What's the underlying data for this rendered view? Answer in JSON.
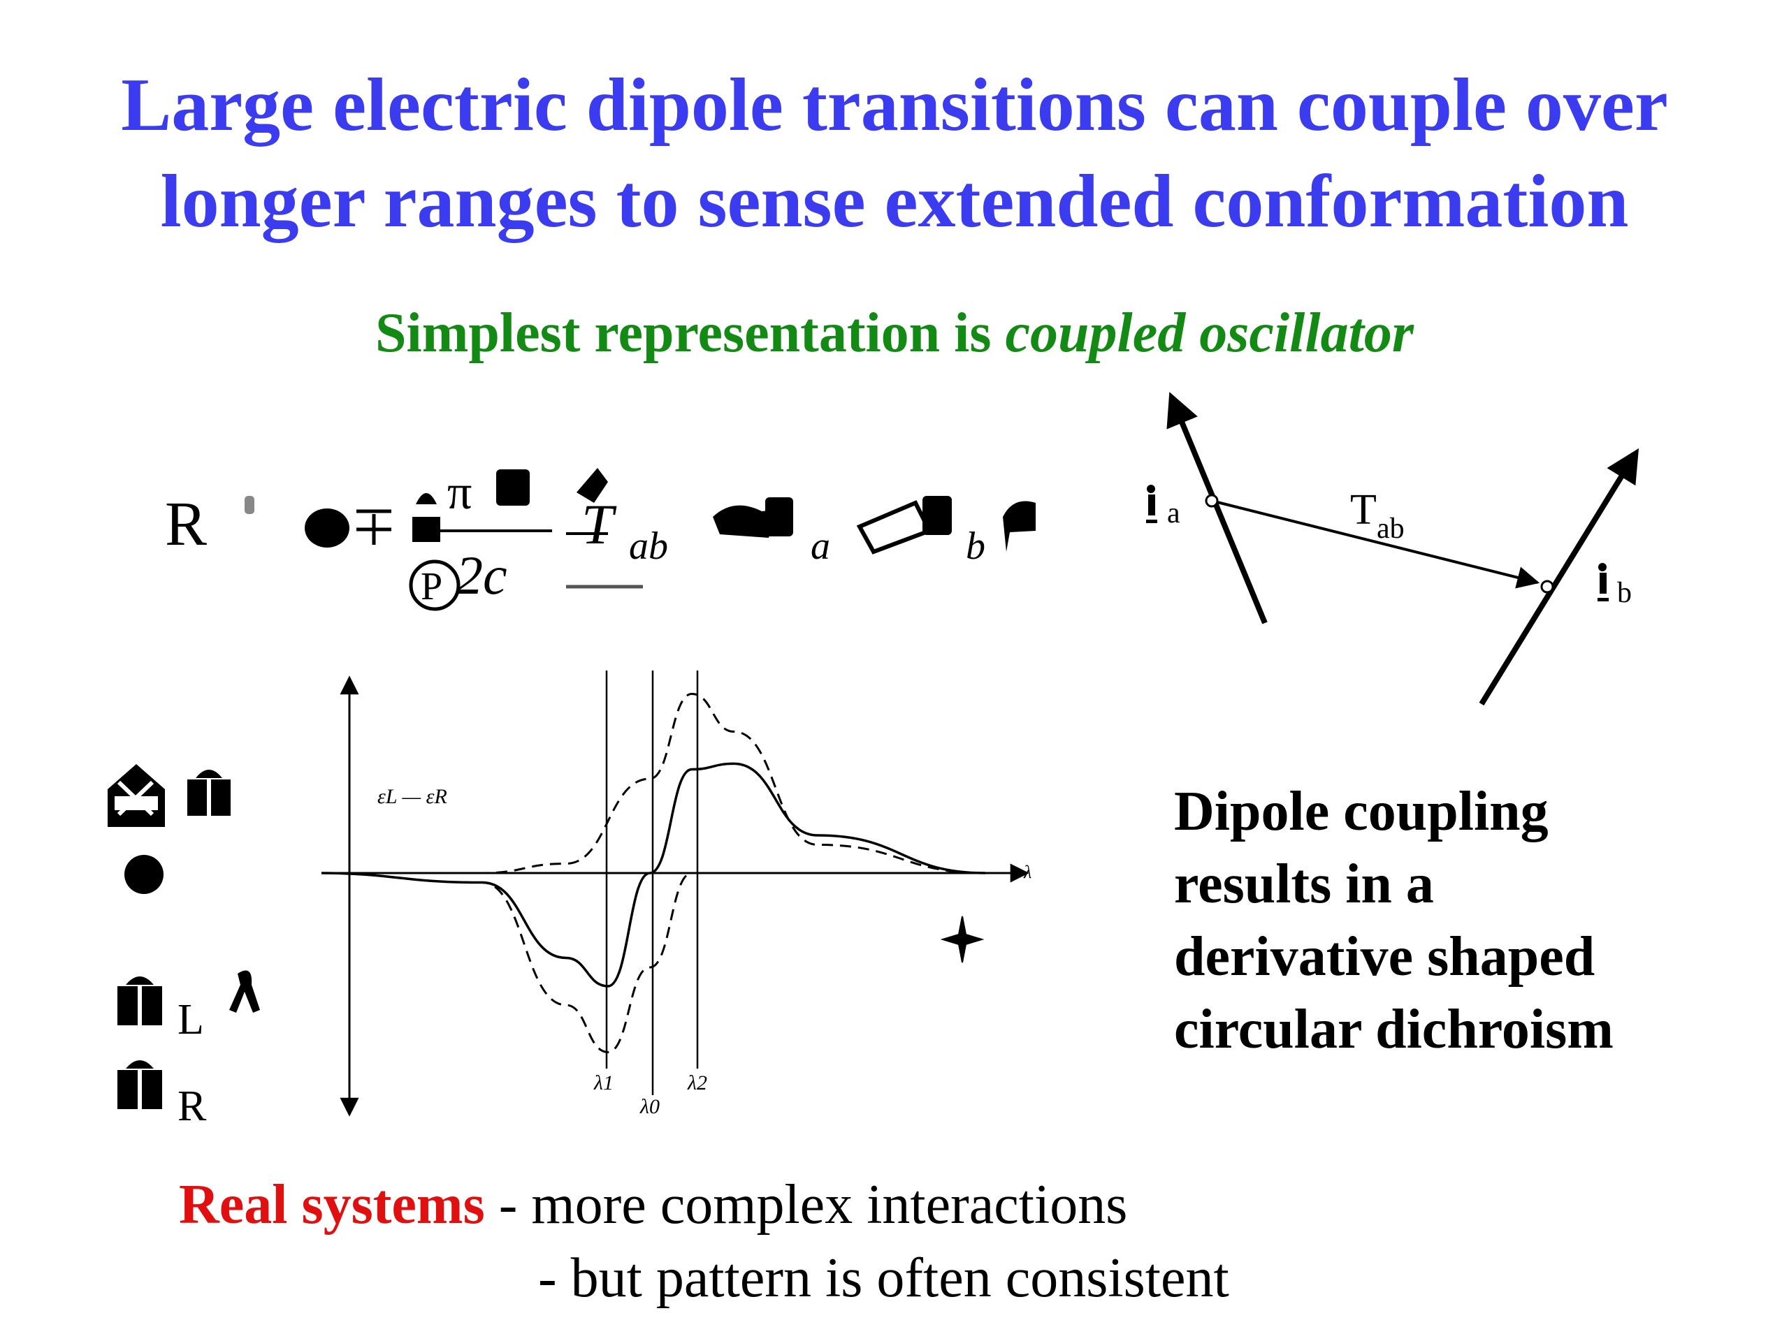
{
  "title": {
    "line1": "Large electric dipole transitions can couple over",
    "line2": "longer ranges to sense extended conformation"
  },
  "subtitle": {
    "prefix": "Simplest representation is ",
    "italic": "coupled oscillator"
  },
  "formula": {
    "lhs": "R",
    "pi": "π",
    "t": "T",
    "sub_ab": "ab",
    "sub_a": "a",
    "sub_b": "b",
    "denom": "2c"
  },
  "vector_diagram": {
    "label_mu_a_sub": "a",
    "label_mu_b_sub": "b",
    "label_t": "T",
    "label_t_sub": "ab"
  },
  "chart_data": {
    "type": "line",
    "ylabel": "εL — εR",
    "xlabel": "λ",
    "ticks": [
      "λ1",
      "λ0",
      "λ2"
    ],
    "series": [
      {
        "style": "solid",
        "x": [
          -4,
          -2,
          -1,
          -0.5,
          0,
          0.5,
          1,
          2,
          4
        ],
        "y": [
          0,
          -0.05,
          -0.45,
          -0.6,
          0,
          0.55,
          0.58,
          0.2,
          0
        ]
      },
      {
        "style": "dashed",
        "x": [
          -4,
          -2,
          -1,
          -0.5,
          0,
          0.5,
          1,
          2,
          4
        ],
        "y": [
          0,
          -0.05,
          -0.7,
          -0.95,
          -0.5,
          0,
          0,
          0,
          0
        ]
      },
      {
        "style": "dashed",
        "x": [
          -4,
          -2,
          -1,
          0,
          0.5,
          1,
          2,
          4
        ],
        "y": [
          0,
          0,
          0.05,
          0.5,
          0.95,
          0.75,
          0.15,
          0
        ]
      }
    ]
  },
  "side_labels": {
    "l": "L",
    "r": "R"
  },
  "right_text": {
    "line1": "Dipole coupling",
    "line2": "results in a",
    "line3": "derivative shaped",
    "line4": "circular dichroism"
  },
  "bottom": {
    "red": "Real systems",
    "rest": " - more complex interactions",
    "line2": "- but pattern is often consistent"
  }
}
